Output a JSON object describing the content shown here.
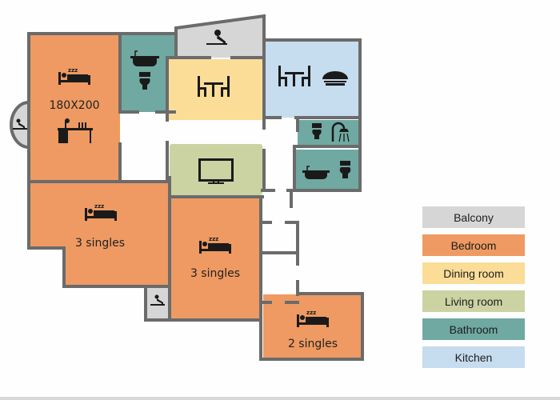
{
  "colors": {
    "balcony": "#d6d6d6",
    "bedroom": "#ee9a62",
    "dining": "#fbdd98",
    "living": "#cbd3a2",
    "bathroom": "#6fa9a2",
    "kitchen": "#c6dcef",
    "wall": "#6b6b6b"
  },
  "rooms": {
    "master_bedroom": {
      "label": "180X200",
      "type": "bedroom"
    },
    "bedroom_left": {
      "label": "3 singles",
      "type": "bedroom"
    },
    "bedroom_center": {
      "label": "3 singles",
      "type": "bedroom"
    },
    "bedroom_right": {
      "label": "2 singles",
      "type": "bedroom"
    }
  },
  "legend": [
    {
      "label": "Balcony",
      "color": "#d6d6d6"
    },
    {
      "label": "Bedroom",
      "color": "#ee9a62"
    },
    {
      "label": "Dining room",
      "color": "#fbdd98"
    },
    {
      "label": "Living room",
      "color": "#cbd3a2"
    },
    {
      "label": "Bathroom",
      "color": "#6fa9a2"
    },
    {
      "label": "Kitchen",
      "color": "#c6dcef"
    }
  ]
}
